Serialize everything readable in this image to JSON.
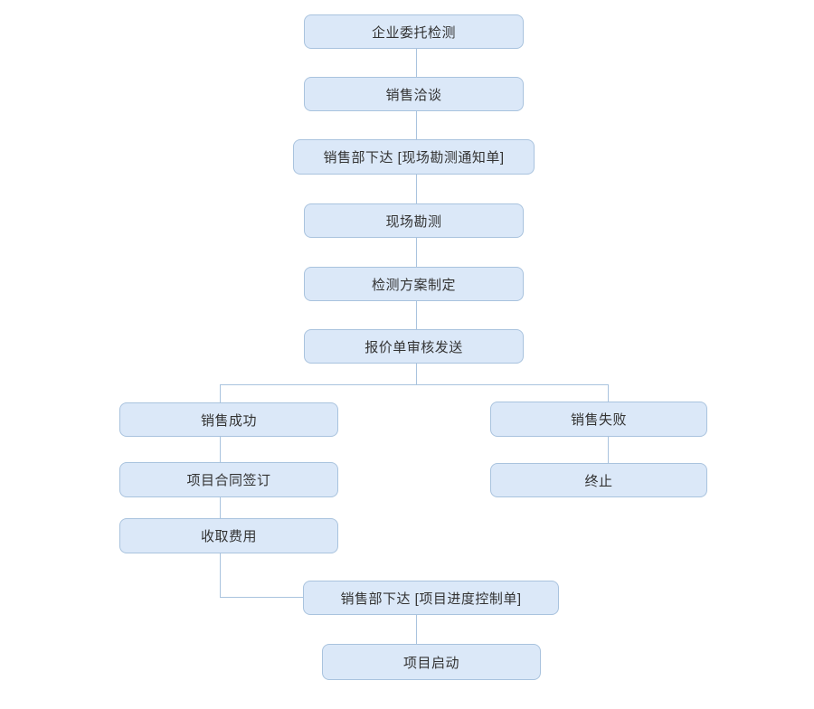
{
  "diagram": {
    "type": "flowchart",
    "style": {
      "background": "#ffffff",
      "node_fill": "#dbe8f8",
      "node_border": "#a9c3de",
      "connector_color": "#a9c3de",
      "text_color": "#333333"
    },
    "nodes": [
      {
        "label": "企业委托检测"
      },
      {
        "label": "销售洽谈"
      },
      {
        "label": "销售部下达 [现场勘测通知单]"
      },
      {
        "label": "现场勘测"
      },
      {
        "label": "检测方案制定"
      },
      {
        "label": "报价单审核发送"
      },
      {
        "label": "销售成功"
      },
      {
        "label": "销售失败"
      },
      {
        "label": "项目合同签订"
      },
      {
        "label": "终止"
      },
      {
        "label": "收取费用"
      },
      {
        "label": "销售部下达 [项目进度控制单]"
      },
      {
        "label": "项目启动"
      }
    ],
    "edges": [
      {
        "from": "企业委托检测",
        "to": "销售洽谈"
      },
      {
        "from": "销售洽谈",
        "to": "销售部下达 [现场勘测通知单]"
      },
      {
        "from": "销售部下达 [现场勘测通知单]",
        "to": "现场勘测"
      },
      {
        "from": "现场勘测",
        "to": "检测方案制定"
      },
      {
        "from": "检测方案制定",
        "to": "报价单审核发送"
      },
      {
        "from": "报价单审核发送",
        "to": "销售成功"
      },
      {
        "from": "报价单审核发送",
        "to": "销售失败"
      },
      {
        "from": "销售成功",
        "to": "项目合同签订"
      },
      {
        "from": "销售失败",
        "to": "终止"
      },
      {
        "from": "项目合同签订",
        "to": "收取费用"
      },
      {
        "from": "收取费用",
        "to": "销售部下达 [项目进度控制单]"
      },
      {
        "from": "销售部下达 [项目进度控制单]",
        "to": "项目启动"
      }
    ]
  }
}
